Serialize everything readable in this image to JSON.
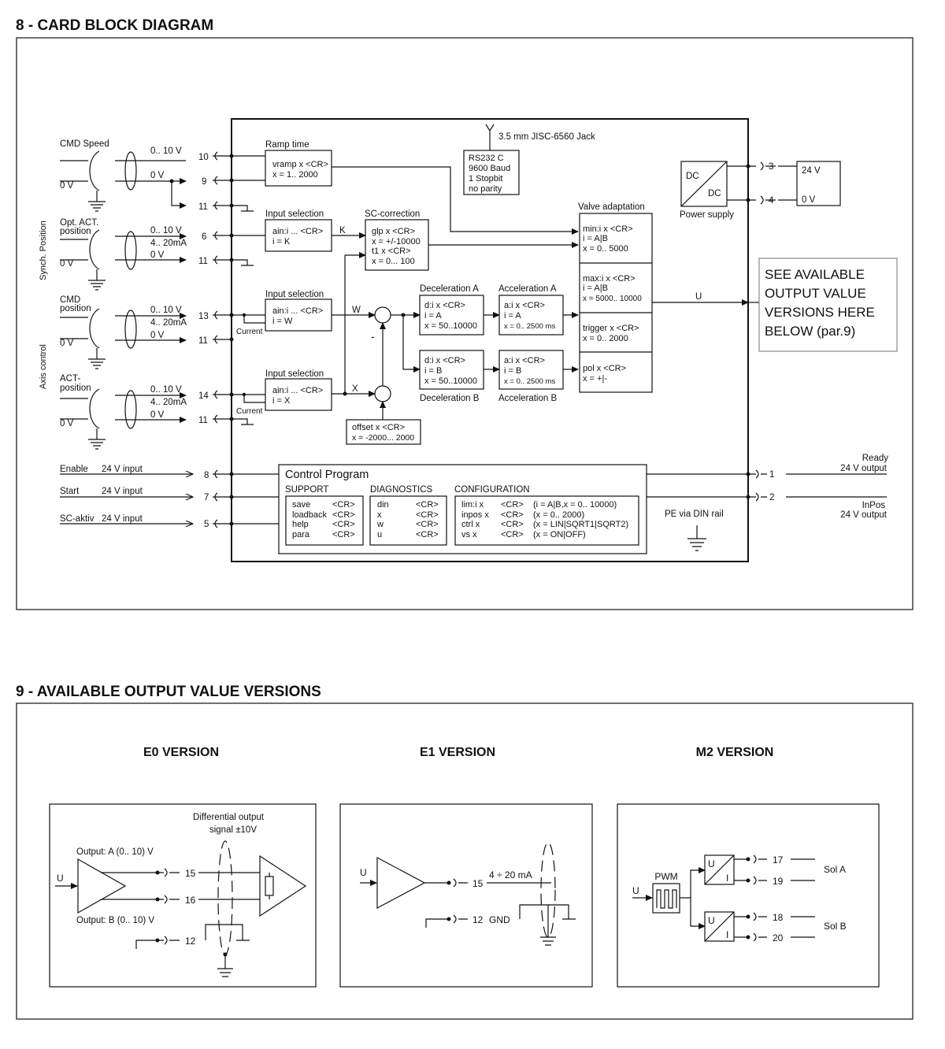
{
  "sections": {
    "s8_title": "8 - CARD BLOCK DIAGRAM",
    "s9_title": "9 - AVAILABLE OUTPUT VALUE VERSIONS"
  },
  "inputs": {
    "cmd_speed": "CMD Speed",
    "opt_act_1": "Opt. ACT.",
    "opt_act_2": "position",
    "cmd_pos_1": "CMD",
    "cmd_pos_2": "position",
    "act_pos_1": "ACT-",
    "act_pos_2": "position",
    "range_10v": "0.. 10 V",
    "range_0v": "0 V",
    "range_ma": "4.. 20mA",
    "gnd_0v": "0 V",
    "current": "Current",
    "synch_position": "Synch. Position",
    "axis_control": "Axis control",
    "enable": "Enable",
    "start": "Start",
    "sc_aktiv": "SC-aktiv",
    "v24_input": "24 V input"
  },
  "pins": {
    "p10": "10",
    "p9": "9",
    "p11": "11",
    "p6": "6",
    "p13": "13",
    "p14": "14",
    "p8": "8",
    "p7": "7",
    "p5": "5",
    "p3": "3",
    "p4": "4",
    "p1": "1",
    "p2": "2"
  },
  "blocks": {
    "ramp_title": "Ramp time",
    "ramp_l1": "vramp x <CR>",
    "ramp_l2": "x = 1..  2000",
    "input_selection": "Input selection",
    "ainK_l1": "ain:i ... <CR>",
    "ainK_l2": "i = K",
    "ainW_l2": "i = W",
    "ainX_l2": "i = X",
    "sc_title": "SC-correction",
    "sc_l1": "glp x <CR>",
    "sc_l2": "x = +/-10000",
    "sc_l3": "t1 x <CR>",
    "sc_l4": "x = 0...  100",
    "rs_l1": "RS232 C",
    "rs_l2": "9600 Baud",
    "rs_l3": "1 Stopbit",
    "rs_l4": "no parity",
    "jack": "3.5 mm JISC-6560 Jack",
    "dc1": "DC",
    "dc2": "DC",
    "power_supply": "Power supply",
    "out_24v": "24 V",
    "out_0v": "0 V",
    "valve_title": "Valve adaptation",
    "min_l1": "min:i x <CR>",
    "min_l2": "i = A|B",
    "min_l3": "x = 0.. 5000",
    "max_l1": "max:i x <CR>",
    "max_l2": "i = A|B",
    "max_l3": "x = 5000.. 10000",
    "trig_l1": "trigger x <CR>",
    "trig_l2": "x = 0.. 2000",
    "pol_l1": "pol x <CR>",
    "pol_l2": "x = +|-",
    "decA_title": "Deceleration A",
    "decA_l1": "d:i x <CR>",
    "decA_l2": "i = A",
    "dec_l3": "x = 50..10000",
    "accA_title": "Acceleration A",
    "accA_l1": "a:i x <CR>",
    "accA_l2": "i = A",
    "acc_l3": "x = 0.. 2500 ms",
    "decB_title": "Deceleration B",
    "decB_l1": "d:i x <CR>",
    "decB_l2": "i = B",
    "accB_title": "Acceleration B",
    "accB_l1": "a:i x <CR>",
    "accB_l2": "i = B",
    "offset_l1": "offset x <CR>",
    "offset_l2": "x = -2000...  2000",
    "sig_K": "K",
    "sig_W": "W",
    "sig_X": "X",
    "sig_U": "U",
    "minus": "-",
    "see_l1": "SEE  AVAILABLE",
    "see_l2": "OUTPUT  VALUE",
    "see_l3": "VERSIONS HERE",
    "see_l4": "BELOW (par.9)",
    "ready_l1": "Ready",
    "ready_l2": "24 V output",
    "inpos_l1": "InPos",
    "inpos_l2": "24 V output",
    "pe_rail": "PE via DIN rail"
  },
  "control_program": {
    "title": "Control Program",
    "support": "SUPPORT",
    "diagnostics": "DIAGNOSTICS",
    "configuration": "CONFIGURATION",
    "support_rows": [
      {
        "cmd": "save",
        "cr": "<CR>"
      },
      {
        "cmd": "loadback",
        "cr": "<CR>"
      },
      {
        "cmd": "help",
        "cr": "<CR>"
      },
      {
        "cmd": "para",
        "cr": "<CR>"
      }
    ],
    "diag_rows": [
      {
        "cmd": "din",
        "cr": "<CR>"
      },
      {
        "cmd": "x",
        "cr": "<CR>"
      },
      {
        "cmd": "w",
        "cr": "<CR>"
      },
      {
        "cmd": "u",
        "cr": "<CR>"
      }
    ],
    "config_rows": [
      {
        "cmd": "lim:i x",
        "cr": "<CR>",
        "note": "(i = A|B,x = 0.. 10000)"
      },
      {
        "cmd": "inpos x",
        "cr": "<CR>",
        "note": "(x = 0.. 2000)"
      },
      {
        "cmd": "ctrl x",
        "cr": "<CR>",
        "note": "(x = LIN|SQRT1|SQRT2)"
      },
      {
        "cmd": "vs x",
        "cr": "<CR>",
        "note": "(x = ON|OFF)"
      }
    ]
  },
  "versions": {
    "e0_title": "E0 VERSION",
    "e1_title": "E1 VERSION",
    "m2_title": "M2 VERSION",
    "e0_diff_l1": "Differential output",
    "e0_diff_l2": "signal  ±10V",
    "e0_outA": "Output: A (0.. 10) V",
    "e0_outB": "Output: B (0.. 10) V",
    "u": "U",
    "pin15": "15",
    "pin16": "16",
    "pin12": "12",
    "e1_current": "4 ÷ 20 mA",
    "e1_gnd": "GND",
    "pwm": "PWM",
    "ui_u": "U",
    "ui_i": "I",
    "pin17": "17",
    "pin19": "19",
    "pin18": "18",
    "pin20": "20",
    "sol_a": "Sol A",
    "sol_b": "Sol B"
  }
}
